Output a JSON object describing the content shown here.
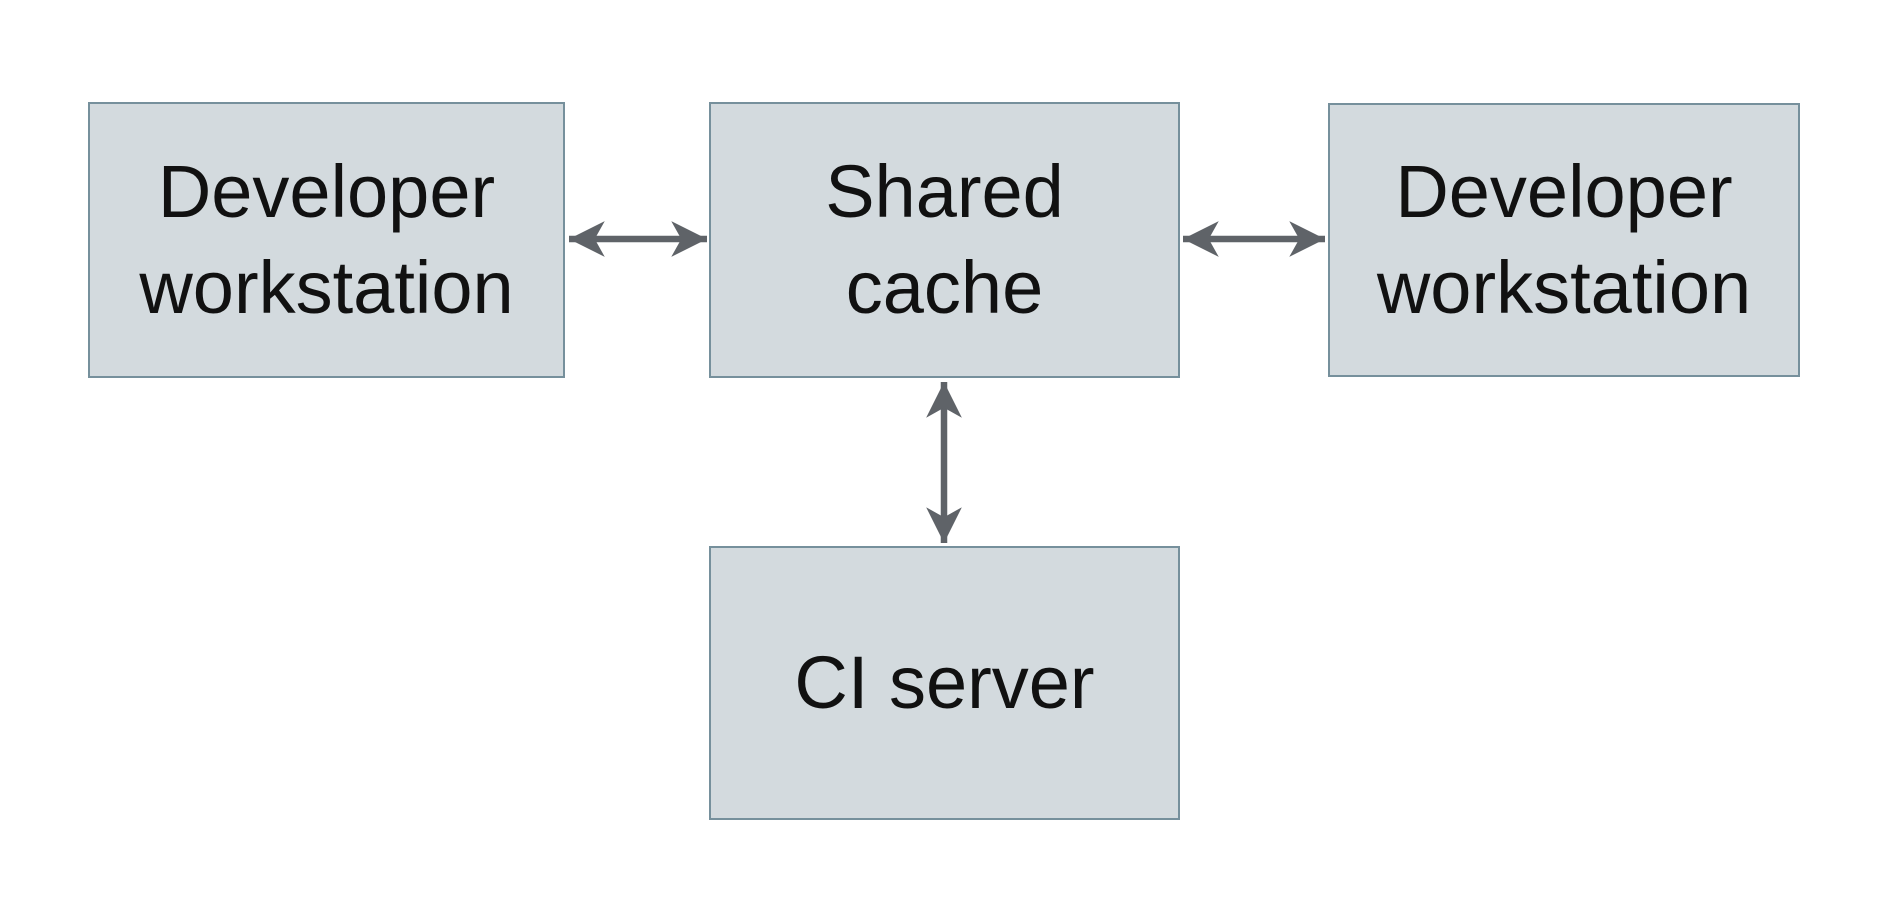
{
  "diagram": {
    "title": "Shared cache architecture diagram",
    "colors": {
      "background": "#ffffff",
      "node_fill": "#d3dade",
      "node_border": "#76909c",
      "arrow": "#5f6368",
      "text": "#111111"
    },
    "nodes": {
      "workstation_left": {
        "label": "Developer\nworkstation"
      },
      "shared_cache": {
        "label": "Shared\ncache"
      },
      "workstation_right": {
        "label": "Developer\nworkstation"
      },
      "ci_server": {
        "label": "CI server"
      }
    },
    "edges": [
      {
        "from": "Developer workstation (left)",
        "to": "Shared cache",
        "direction": "bidirectional"
      },
      {
        "from": "Shared cache",
        "to": "Developer workstation (right)",
        "direction": "bidirectional"
      },
      {
        "from": "Shared cache",
        "to": "CI server",
        "direction": "bidirectional"
      }
    ]
  }
}
